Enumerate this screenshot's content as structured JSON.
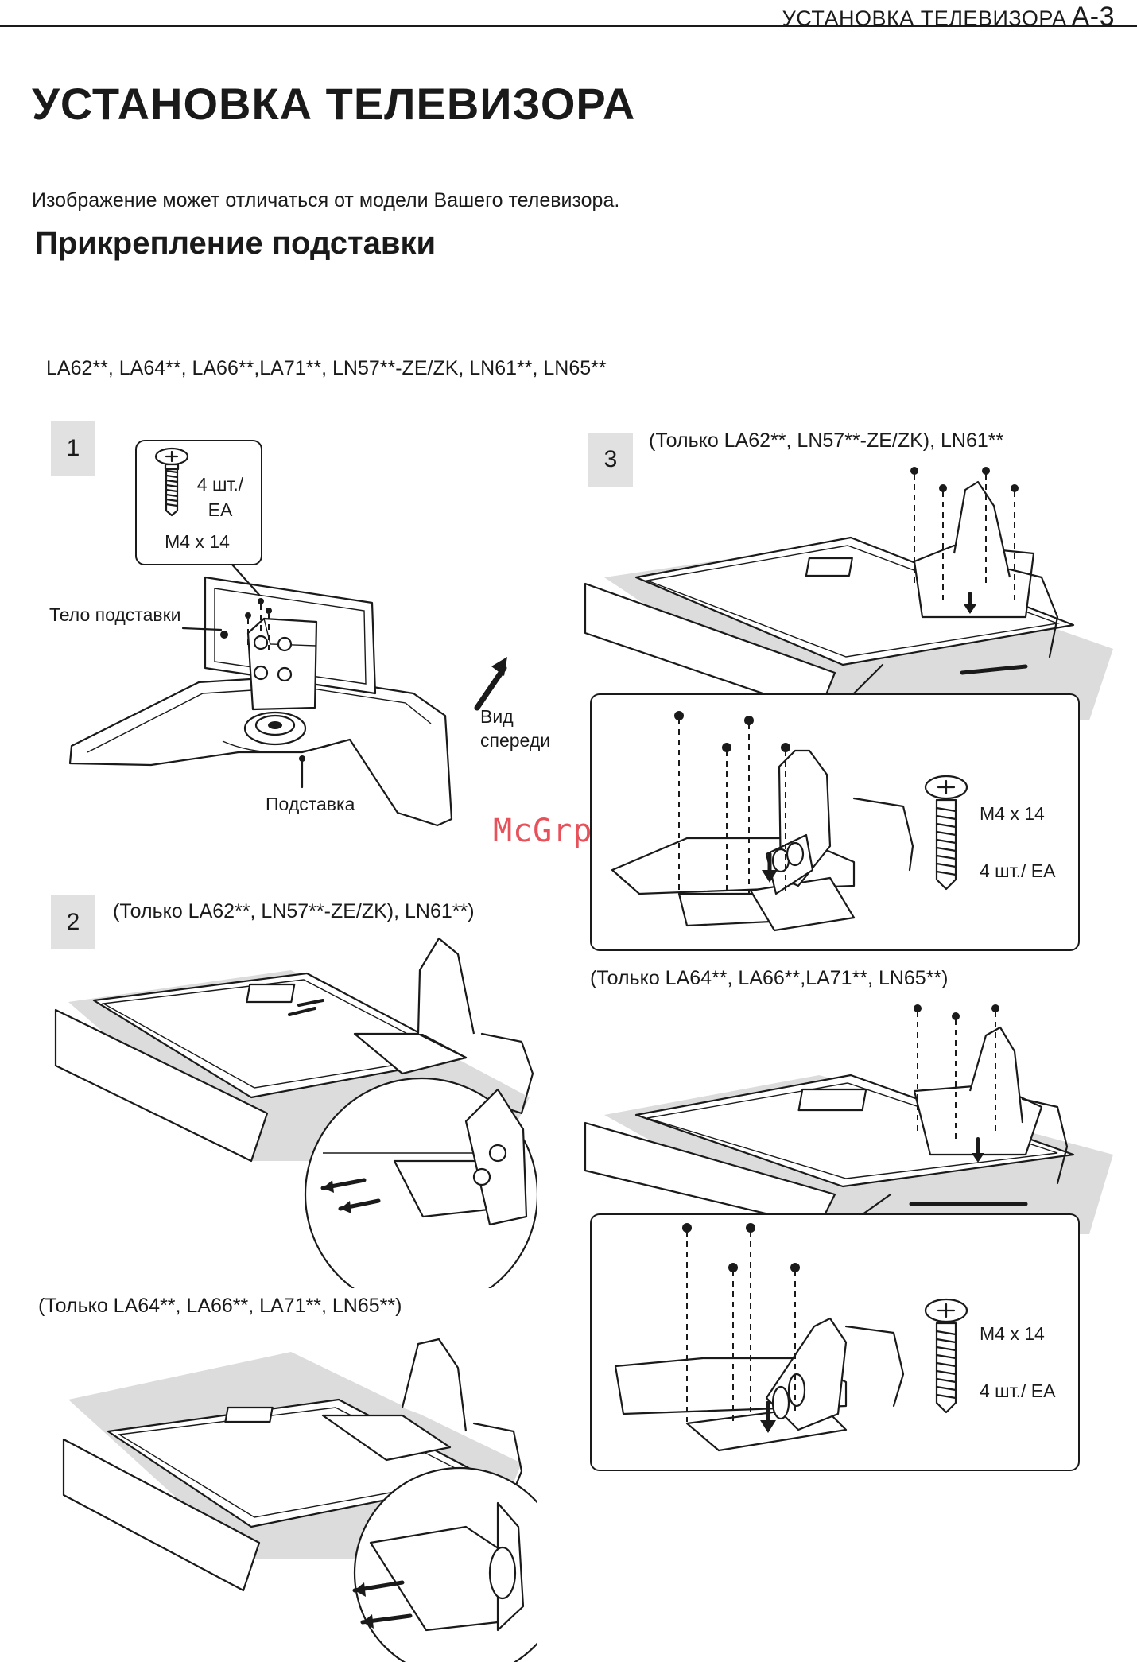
{
  "header": {
    "running_title": "УСТАНОВКА ТЕЛЕВИЗОРА",
    "page_number": "A-3"
  },
  "title": "УСТАНОВКА ТЕЛЕВИЗОРА",
  "intro": "Изображение может отличаться от модели Вашего телевизора.",
  "section_title": "Прикрепление подставки",
  "models": "LA62**, LA64**, LA66**,LA71**, LN57**-ZE/ZK, LN61**, LN65**",
  "step1": {
    "number": "1",
    "screw_qty_line1": "4 шт./",
    "screw_qty_line2": "EA",
    "screw_size": "M4 x 14",
    "label_stand_body": "Тело подставки",
    "label_front_line1": "Вид",
    "label_front_line2": "спереди",
    "label_base": "Подставка"
  },
  "step2": {
    "number": "2",
    "caption_a": "(Только LA62**, LN57**-ZE/ZK), LN61**)",
    "caption_b": "(Только LA64**, LA66**, LA71**, LN65**)"
  },
  "step3": {
    "number": "3",
    "caption_a": "(Только LA62**, LN57**-ZE/ZK), LN61**",
    "caption_b": "(Только LA64**, LA66**,LA71**, LN65**)",
    "screw_size": "M4 x 14",
    "screw_qty": "4 шт./ EA"
  },
  "watermark": "McGrp.Ru"
}
